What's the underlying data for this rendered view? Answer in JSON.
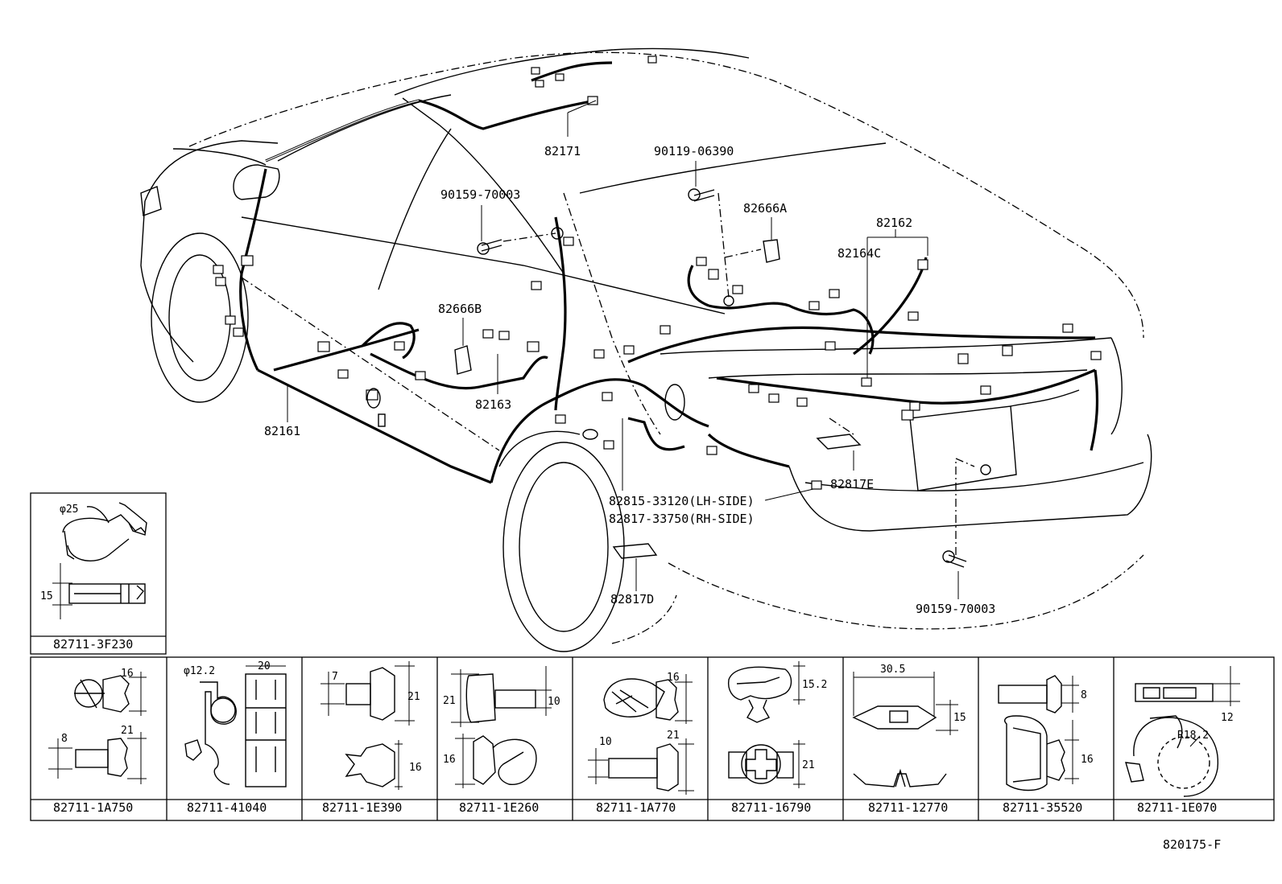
{
  "diagram_code": "820175-F",
  "car_labels": [
    {
      "id": "82171",
      "text": "82171"
    },
    {
      "id": "90119-06390",
      "text": "90119-06390"
    },
    {
      "id": "90159-70003-top",
      "text": "90159-70003"
    },
    {
      "id": "82666A",
      "text": "82666A"
    },
    {
      "id": "82162",
      "text": "82162"
    },
    {
      "id": "82164C",
      "text": "82164C"
    },
    {
      "id": "82666B",
      "text": "82666B"
    },
    {
      "id": "82163",
      "text": "82163"
    },
    {
      "id": "82161",
      "text": "82161"
    },
    {
      "id": "82817E",
      "text": "82817E"
    },
    {
      "id": "82815-33120",
      "text": "82815-33120(LH-SIDE)"
    },
    {
      "id": "82817-33750",
      "text": "82817-33750(RH-SIDE)"
    },
    {
      "id": "82817D",
      "text": "82817D"
    },
    {
      "id": "90159-70003-bottom",
      "text": "90159-70003"
    }
  ],
  "clips": {
    "top_left": {
      "part": "82711-3F230",
      "dims": [
        "φ25",
        "15"
      ]
    },
    "row": [
      {
        "part": "82711-1A750",
        "dims": [
          "16",
          "8",
          "21"
        ]
      },
      {
        "part": "82711-41040",
        "dims": [
          "φ12.2",
          "20"
        ]
      },
      {
        "part": "82711-1E390",
        "dims": [
          "7",
          "21",
          "16"
        ]
      },
      {
        "part": "82711-1E260",
        "dims": [
          "21",
          "10",
          "16"
        ]
      },
      {
        "part": "82711-1A770",
        "dims": [
          "16",
          "10",
          "21"
        ]
      },
      {
        "part": "82711-16790",
        "dims": [
          "15.2",
          "21"
        ]
      },
      {
        "part": "82711-12770",
        "dims": [
          "30.5",
          "15"
        ]
      },
      {
        "part": "82711-35520",
        "dims": [
          "8",
          "16"
        ]
      },
      {
        "part": "82711-1E070",
        "dims": [
          "12",
          "R18.2"
        ]
      }
    ]
  }
}
